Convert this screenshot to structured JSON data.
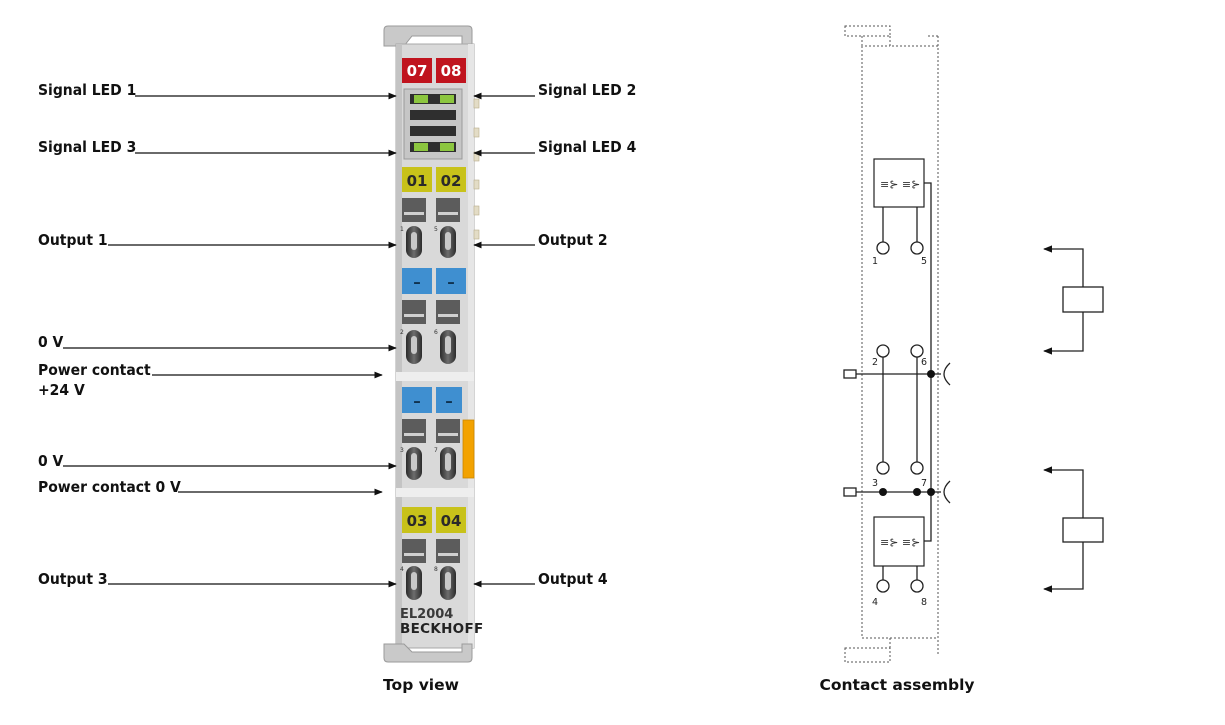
{
  "callouts": {
    "signal_led_1": "Signal LED 1",
    "signal_led_2": "Signal LED 2",
    "signal_led_3": "Signal LED 3",
    "signal_led_4": "Signal LED 4",
    "output_1": "Output 1",
    "output_2": "Output 2",
    "zero_v_a": "0 V",
    "power_contact_24v_line1": "Power contact",
    "power_contact_24v_line2": "+24 V",
    "zero_v_b": "0 V",
    "power_contact_0v": "Power contact 0 V",
    "output_3": "Output 3",
    "output_4": "Output 4"
  },
  "terminal": {
    "tags": [
      "07",
      "08",
      "01",
      "02",
      "03",
      "04"
    ],
    "blue_tag": "–",
    "pins": [
      "1",
      "5",
      "2",
      "6",
      "3",
      "7",
      "4",
      "8"
    ],
    "model": "EL2004",
    "brand": "BECKHOFF"
  },
  "schematic": {
    "pins": [
      "1",
      "5",
      "2",
      "6",
      "3",
      "7",
      "4",
      "8"
    ]
  },
  "captions": {
    "top_view": "Top view",
    "contact_assembly": "Contact assembly"
  },
  "colors": {
    "tag_red": "#c0141e",
    "tag_yellow": "#c8c21a",
    "tag_blue": "#3f8fd0",
    "led_green": "#8cc63f",
    "power_orange": "#f2a200",
    "housing": "#d9d9d9"
  }
}
